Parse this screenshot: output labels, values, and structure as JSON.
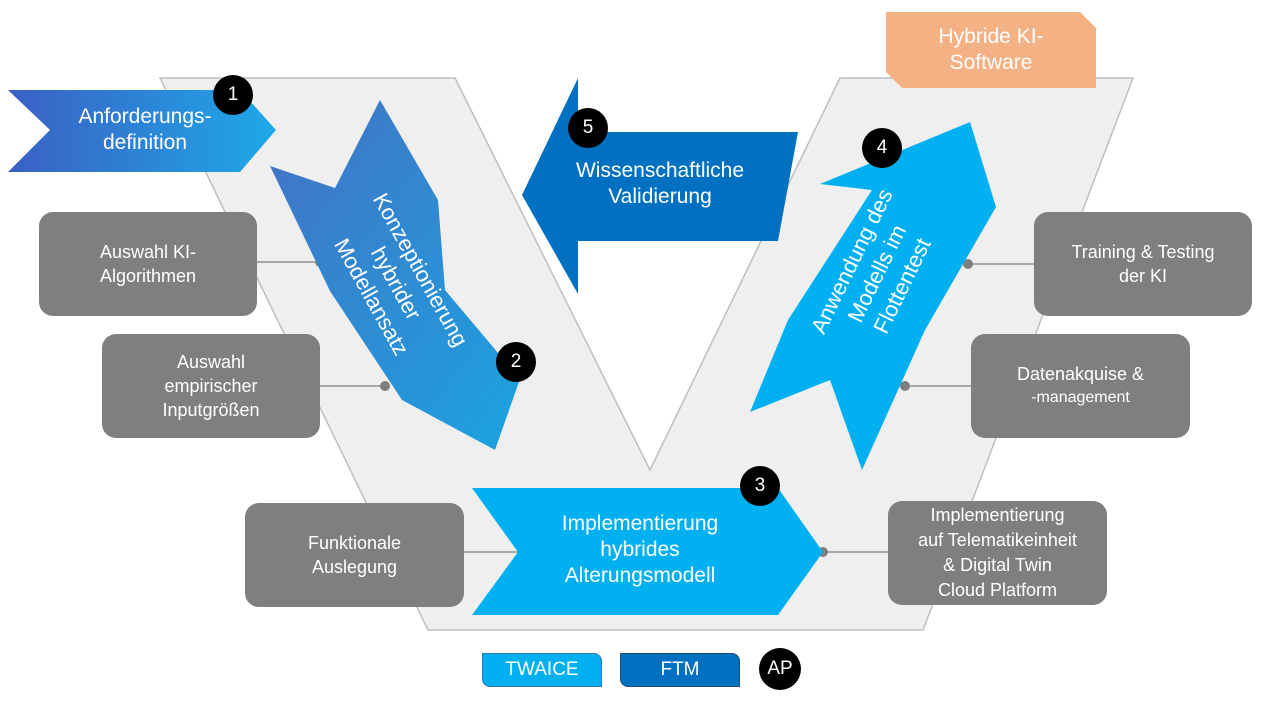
{
  "colors": {
    "twaice": "#00b0f0",
    "ftm": "#0070c0",
    "grey_box": "#7f7f7f",
    "v_background": "#efefef",
    "software_tag": "#f4b183"
  },
  "steps": {
    "s1": {
      "number": "1",
      "line1": "Anforderungs-",
      "line2": "definition"
    },
    "s2": {
      "number": "2",
      "line1": "Konzeptionierung",
      "line2": "hybrider",
      "line3": "Modellansatz"
    },
    "s3": {
      "number": "3",
      "line1": "Implementierung",
      "line2": "hybrides",
      "line3": "Alterungsmodell"
    },
    "s4": {
      "number": "4",
      "line1": "Anwendung des",
      "line2": "Modells im",
      "line3": "Flottentest"
    },
    "s5": {
      "number": "5",
      "line1": "Wissenschaftliche",
      "line2": "Validierung"
    }
  },
  "software_tag": {
    "line1": "Hybride KI-",
    "line2": "Software"
  },
  "boxes": {
    "ki_algorithmen": {
      "line1": "Auswahl KI-",
      "line2": "Algorithmen"
    },
    "inputgroessen": {
      "line1": "Auswahl",
      "line2": "empirischer",
      "line3": "Inputgrößen"
    },
    "funktionale": {
      "line1": "Funktionale",
      "line2": "Auslegung"
    },
    "training": {
      "line1": "Training & Testing",
      "line2": "der KI"
    },
    "datenakquise": {
      "line1": "Datenakquise &",
      "line2": "-management"
    },
    "telematik": {
      "line1": "Implementierung",
      "line2": "auf Telematikeinheit",
      "line3": "& Digital Twin",
      "line4": "Cloud Platform"
    }
  },
  "legend": {
    "twaice": "TWAICE",
    "ftm": "FTM",
    "ap": "AP"
  }
}
